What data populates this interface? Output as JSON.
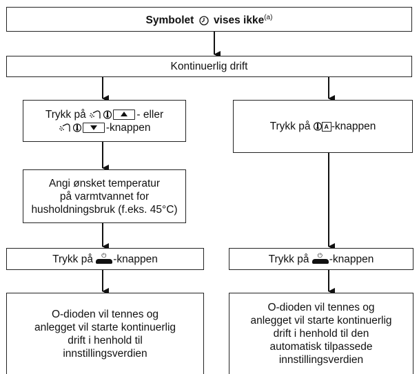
{
  "top_box": {
    "before": "Symbolet",
    "after": "vises ikke",
    "note": "(a)"
  },
  "continuous_box": {
    "text": "Kontinuerlig drift"
  },
  "left": {
    "press_line1_before": "Trykk på",
    "press_line1_after": "- eller",
    "press_line2_after": "-knappen",
    "setpoint_lines": [
      "Angi ønsket temperatur",
      "på varmtvannet for",
      "husholdningsbruk (f.eks. 45°C)"
    ],
    "onoff_before": "Trykk på",
    "onoff_after": "-knappen",
    "result_lines": [
      "O-dioden vil tennes og",
      "anlegget vil starte kontinuerlig",
      "drift i henhold til",
      "innstillingsverdien"
    ]
  },
  "right": {
    "press_before": "Trykk på",
    "press_after": "-knappen",
    "onoff_before": "Trykk på",
    "onoff_after": "-knappen",
    "result_lines": [
      "O-dioden vil tennes og",
      "anlegget vil starte kontinuerlig",
      "drift i henhold til den",
      "automatisk tilpassede",
      "innstillingsverdien"
    ]
  },
  "icons": [
    "clock-icon",
    "shower-icon",
    "thermometer-icon",
    "arrow-up-button-icon",
    "arrow-down-button-icon",
    "auto-a-icon",
    "power-button-icon"
  ]
}
